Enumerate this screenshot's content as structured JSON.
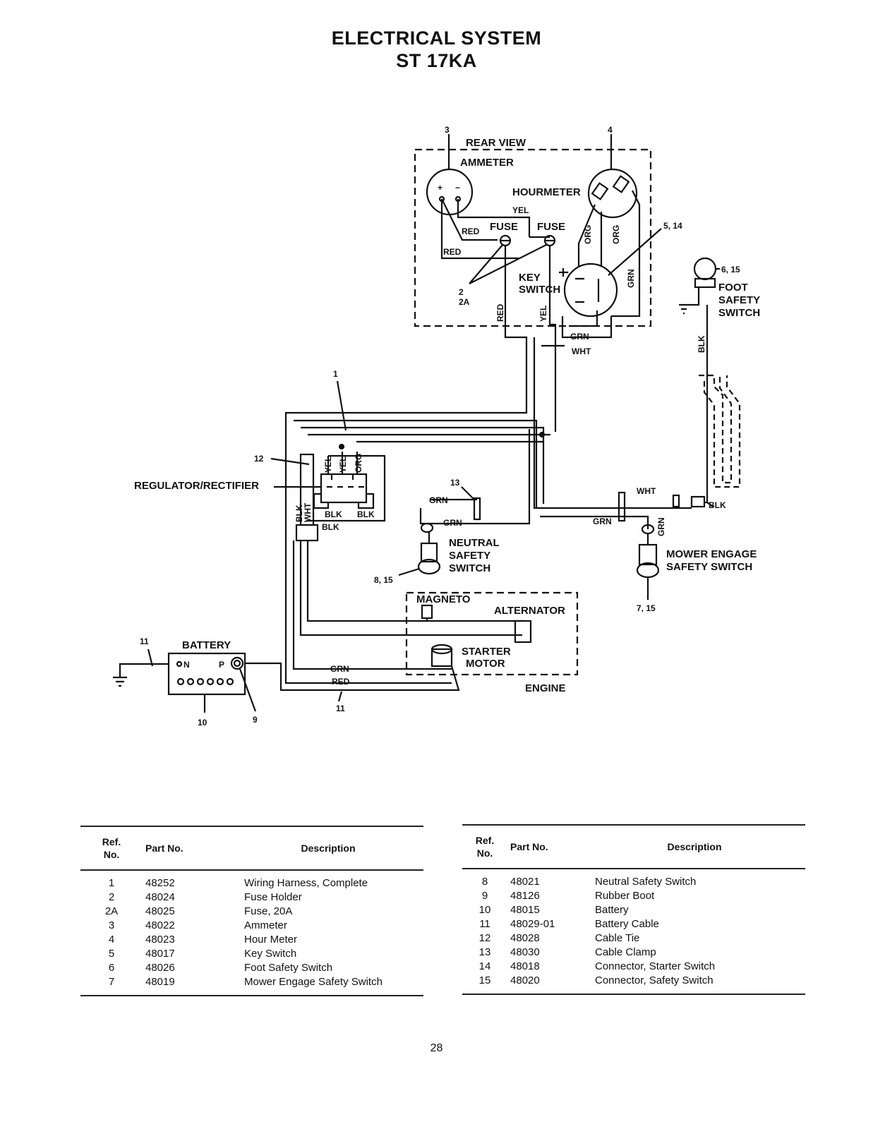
{
  "header": {
    "title_line1": "ELECTRICAL SYSTEM",
    "title_line2": "ST 17KA"
  },
  "diagram": {
    "labels": {
      "rear_view": "REAR VIEW",
      "ammeter": "AMMETER",
      "hourmeter": "HOURMETER",
      "yel": "YEL",
      "red": "RED",
      "fuse": "FUSE",
      "org": "ORG",
      "grn": "GRN",
      "wht": "WHT",
      "blk": "BLK",
      "key": "KEY",
      "switch": "SWITCH",
      "foot": "FOOT",
      "safety": "SAFETY",
      "regulator_rectifier": "REGULATOR/RECTIFIER",
      "neutral": "NEUTRAL",
      "mower_engage": "MOWER ENGAGE",
      "safety_switch": "SAFETY SWITCH",
      "magneto": "MAGNETO",
      "alternator": "ALTERNATOR",
      "starter": "STARTER",
      "motor": "MOTOR",
      "engine": "ENGINE",
      "battery": "BATTERY",
      "n": "N",
      "p": "P",
      "plus": "+",
      "minus": "−"
    },
    "refs": {
      "r1": "1",
      "r2": "2",
      "r2a": "2A",
      "r3": "3",
      "r4": "4",
      "r5_14": "5, 14",
      "r6_15": "6, 15",
      "r7_15": "7, 15",
      "r8_15": "8, 15",
      "r9": "9",
      "r10": "10",
      "r11": "11",
      "r12": "12",
      "r13": "13"
    }
  },
  "parts_table": {
    "headers": {
      "ref": "Ref. No.",
      "ref_line1": "Ref.",
      "ref_line2": "No.",
      "part": "Part No.",
      "desc": "Description"
    },
    "left": [
      {
        "ref": "1",
        "part": "48252",
        "desc": "Wiring Harness, Complete"
      },
      {
        "ref": "2",
        "part": "48024",
        "desc": "Fuse Holder"
      },
      {
        "ref": "2A",
        "part": "48025",
        "desc": "Fuse, 20A"
      },
      {
        "ref": "3",
        "part": "48022",
        "desc": "Ammeter"
      },
      {
        "ref": "4",
        "part": "48023",
        "desc": "Hour Meter"
      },
      {
        "ref": "5",
        "part": "48017",
        "desc": "Key Switch"
      },
      {
        "ref": "6",
        "part": "48026",
        "desc": "Foot Safety Switch"
      },
      {
        "ref": "7",
        "part": "48019",
        "desc": "Mower Engage Safety Switch"
      }
    ],
    "right": [
      {
        "ref": "8",
        "part": "48021",
        "desc": "Neutral Safety Switch"
      },
      {
        "ref": "9",
        "part": "48126",
        "desc": "Rubber Boot"
      },
      {
        "ref": "10",
        "part": "48015",
        "desc": "Battery"
      },
      {
        "ref": "11",
        "part": "48029-01",
        "desc": "Battery Cable"
      },
      {
        "ref": "12",
        "part": "48028",
        "desc": "Cable Tie"
      },
      {
        "ref": "13",
        "part": "48030",
        "desc": "Cable Clamp"
      },
      {
        "ref": "14",
        "part": "48018",
        "desc": "Connector, Starter Switch"
      },
      {
        "ref": "15",
        "part": "48020",
        "desc": "Connector, Safety Switch"
      }
    ]
  },
  "footer": {
    "page_number": "28"
  }
}
